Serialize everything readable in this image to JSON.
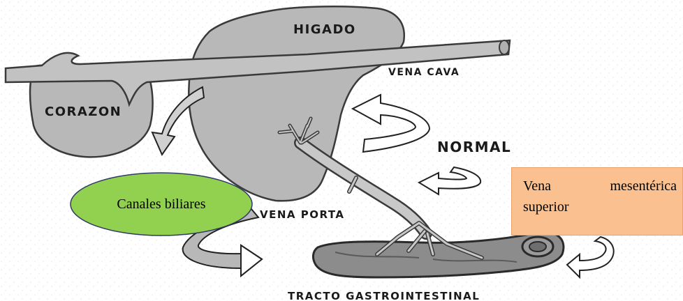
{
  "labels": {
    "higado": "HIGADO",
    "vena_cava": "VENA CAVA",
    "corazon": "CORAZON",
    "normal": "NORMAL",
    "vena_porta": "VENA PORTA",
    "tracto": "TRACTO GASTROINTESTINAL"
  },
  "callouts": {
    "canales_biliares": "Canales biliares",
    "vena_mesenterica": {
      "word1": "Vena",
      "word2": "mesentérica",
      "word3": "superior"
    }
  },
  "colors": {
    "organ_fill": "#b8b8b8",
    "organ_stroke": "#3a3a3a",
    "ellipse_fill": "#92d050",
    "box_fill": "#fac090"
  },
  "icons": [
    "curved-arrow-icon"
  ]
}
